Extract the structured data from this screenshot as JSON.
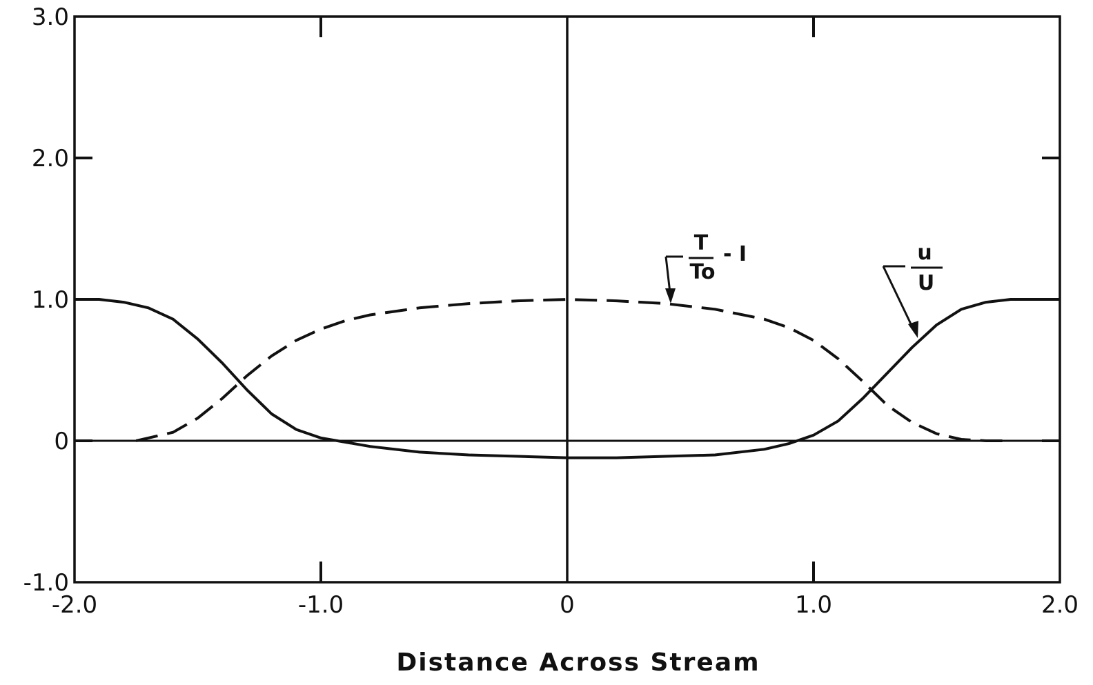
{
  "chart_data": {
    "type": "line",
    "title": "",
    "xlabel": "Distance Across Stream",
    "ylabel": "",
    "xlim": [
      -2.0,
      2.0
    ],
    "ylim": [
      -1.0,
      3.0
    ],
    "grid": false,
    "x_ticks": [
      -2.0,
      -1.0,
      0,
      1.0,
      2.0
    ],
    "x_tick_labels": [
      "-2.0",
      "-1.0",
      "0",
      "1.0",
      "2.0"
    ],
    "y_ticks": [
      -1.0,
      0,
      1.0,
      2.0,
      3.0
    ],
    "y_tick_labels": [
      "-1.0",
      "0",
      "1.0",
      "2.0",
      "3.0"
    ],
    "series": [
      {
        "style": "solid",
        "x": [
          -2.0,
          -1.9,
          -1.8,
          -1.7,
          -1.6,
          -1.5,
          -1.4,
          -1.3,
          -1.2,
          -1.1,
          -1.0,
          -0.9,
          -0.8,
          -0.6,
          -0.4,
          -0.2,
          0.0,
          0.2,
          0.4,
          0.6,
          0.8,
          0.9,
          1.0,
          1.1,
          1.2,
          1.3,
          1.4,
          1.5,
          1.6,
          1.7,
          1.8,
          1.9,
          2.0
        ],
        "y": [
          1.0,
          1.0,
          0.98,
          0.94,
          0.86,
          0.72,
          0.55,
          0.36,
          0.19,
          0.08,
          0.02,
          -0.01,
          -0.04,
          -0.08,
          -0.1,
          -0.11,
          -0.12,
          -0.12,
          -0.11,
          -0.1,
          -0.06,
          -0.02,
          0.04,
          0.14,
          0.3,
          0.48,
          0.66,
          0.82,
          0.93,
          0.98,
          1.0,
          1.0,
          1.0
        ]
      },
      {
        "style": "dashed",
        "x": [
          -1.75,
          -1.6,
          -1.5,
          -1.4,
          -1.3,
          -1.2,
          -1.1,
          -1.0,
          -0.9,
          -0.8,
          -0.6,
          -0.4,
          -0.2,
          0.0,
          0.2,
          0.4,
          0.6,
          0.8,
          0.9,
          1.0,
          1.1,
          1.2,
          1.3,
          1.4,
          1.5,
          1.6,
          1.7,
          1.8
        ],
        "y": [
          0.0,
          0.06,
          0.16,
          0.3,
          0.46,
          0.6,
          0.71,
          0.79,
          0.85,
          0.89,
          0.94,
          0.97,
          0.99,
          1.0,
          0.99,
          0.97,
          0.93,
          0.86,
          0.8,
          0.71,
          0.58,
          0.42,
          0.25,
          0.13,
          0.05,
          0.01,
          0.0,
          0.0
        ]
      }
    ],
    "annotations": [
      {
        "numerator": "T",
        "denominator": "To",
        "suffix": "- I",
        "points_to": "dashed"
      },
      {
        "numerator": "u",
        "denominator": "U",
        "points_to": "solid"
      }
    ]
  }
}
